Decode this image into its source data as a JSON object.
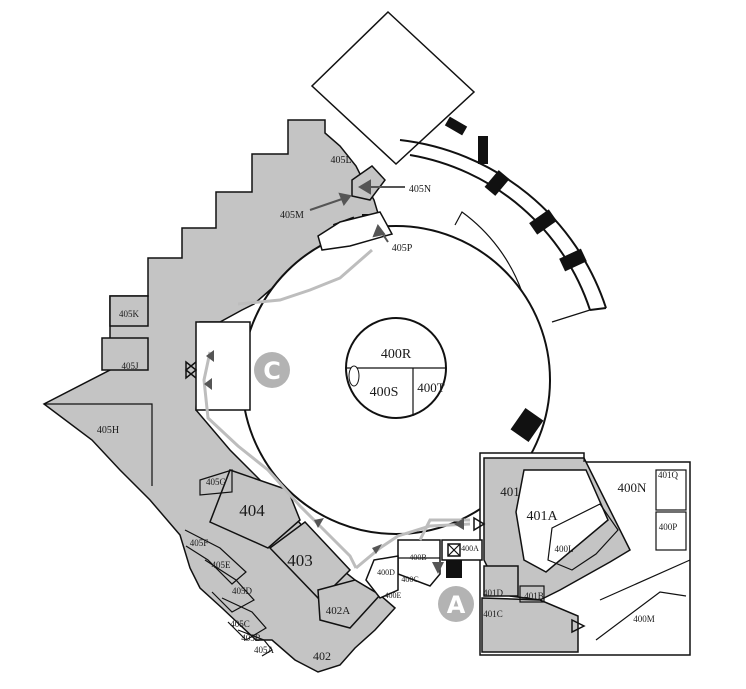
{
  "map": {
    "rooms": {
      "r400R": "400R",
      "r400S": "400S",
      "r400T": "400T",
      "r400A": "400A",
      "r400B": "400B",
      "r400C": "400C",
      "r400D": "400D",
      "r400E": "400E",
      "r401": "401",
      "r401A": "401A",
      "r401B": "401B",
      "r401C": "401C",
      "r401D": "401D",
      "r400N": "400N",
      "r401Q": "401Q",
      "r400P": "400P",
      "r400L": "400L",
      "r400M": "400M",
      "r402": "402",
      "r402A": "402A",
      "r403": "403",
      "r404": "404",
      "r405A": "405A",
      "r405B": "405B",
      "r405C": "405C",
      "r405D": "405D",
      "r405E": "405E",
      "r405F": "405F",
      "r405G": "405G",
      "r405H": "405H",
      "r405J": "405J",
      "r405K": "405K",
      "r405L": "405L",
      "r405M": "405M",
      "r405N": "405N",
      "r405P": "405P"
    },
    "markers": {
      "a": "A",
      "c": "C"
    },
    "colors": {
      "shaded_room": "#c4c4c4",
      "route_line": "#bdbdbd",
      "marker_fill": "#b3b3b3",
      "arrow": "#555555"
    }
  }
}
